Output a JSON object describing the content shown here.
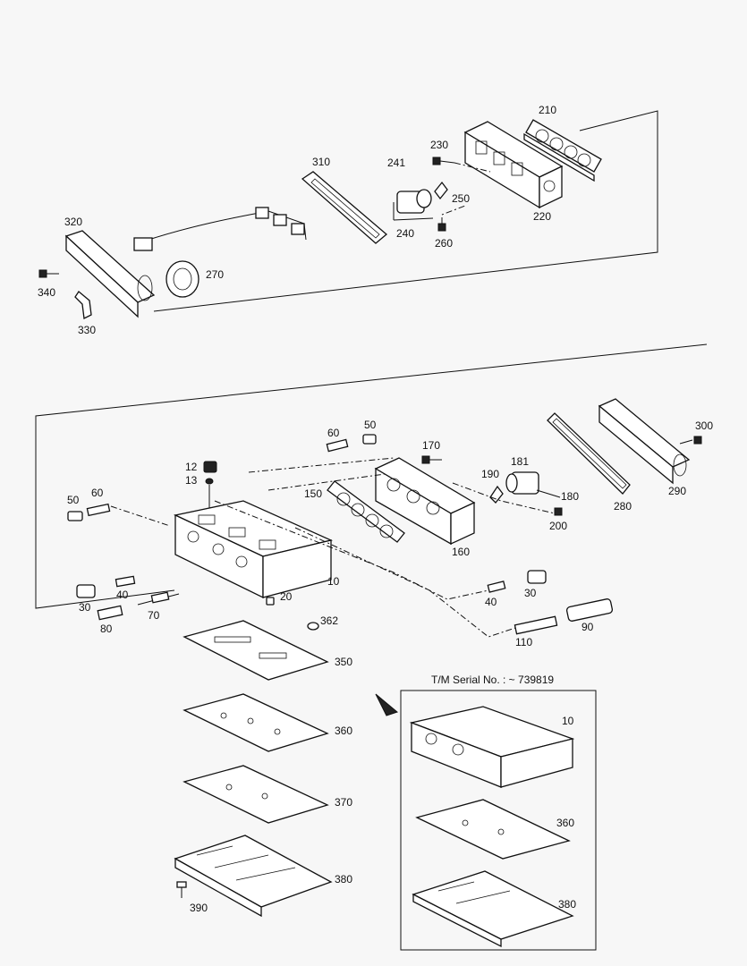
{
  "inset": {
    "serial_text": "T/M Serial No. : ~ 739819"
  },
  "labels": {
    "p210": "210",
    "p230": "230",
    "p241": "241",
    "p250": "250",
    "p220": "220",
    "p240": "240",
    "p260": "260",
    "p310": "310",
    "p320": "320",
    "p270": "270",
    "p340": "340",
    "p330": "330",
    "p60a": "60",
    "p50a": "50",
    "p170": "170",
    "p181": "181",
    "p190": "190",
    "p180": "180",
    "p200": "200",
    "p300": "300",
    "p290": "290",
    "p280": "280",
    "p12": "12",
    "p13": "13",
    "p50b": "50",
    "p60b": "60",
    "p150": "150",
    "p160": "160",
    "p10": "10",
    "p20": "20",
    "p40a": "40",
    "p30a": "30",
    "p70": "70",
    "p80": "80",
    "p40b": "40",
    "p30b": "30",
    "p110": "110",
    "p90": "90",
    "p362": "362",
    "p350": "350",
    "p360": "360",
    "p370": "370",
    "p380": "380",
    "p390": "390",
    "i10": "10",
    "i360": "360",
    "i380": "380"
  }
}
